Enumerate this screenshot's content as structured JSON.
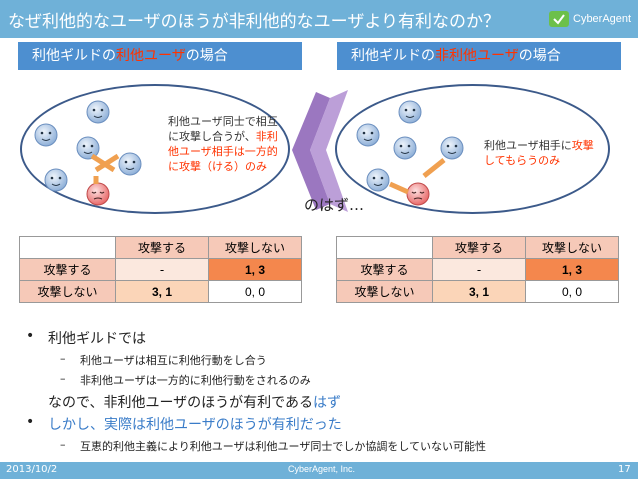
{
  "slide": {
    "title": "なぜ利他的なユーザのほうが非利他的なユーザより有利なのか？",
    "logo_text": "CyberAgent"
  },
  "cases": {
    "left": {
      "prefix": "利他ギルドの",
      "highlight": "利他ユーザ",
      "suffix": "の場合"
    },
    "right": {
      "prefix": "利他ギルドの",
      "highlight": "非利他ユーザ",
      "suffix": "の場合"
    }
  },
  "notes": {
    "left": {
      "black": "利他ユーザ同士で相互に攻撃し合うが、",
      "red": "非利他ユーザ相手は一方的に攻撃（ける）のみ"
    },
    "right": {
      "black": "利他ユーザ相手に",
      "red": "攻撃してもらうのみ"
    },
    "hazu": "のはず…"
  },
  "payoff": {
    "headers": [
      "攻撃する",
      "攻撃しない"
    ],
    "rows": [
      {
        "label": "攻撃する",
        "cells": [
          "-",
          "1, 3"
        ]
      },
      {
        "label": "攻撃しない",
        "cells": [
          "3, 1",
          "0, 0"
        ]
      }
    ]
  },
  "bullets": {
    "b1": "利他ギルドでは",
    "b1_sub1": "利他ユーザは相互に利他行動をし合う",
    "b1_sub2": "非利他ユーザは一方的に利他行動をされるのみ",
    "conclusion_main": "なので、非利他ユーザのほうが有利である",
    "conclusion_accent": "はず",
    "b2": "しかし、実際は利他ユーザのほうが有利だった",
    "b2_sub1": "互恵的利他主義により利他ユーザは利他ユーザ同士でしか協調をしていない可能性"
  },
  "footer": {
    "date": "2013/10/2",
    "company": "CyberAgent, Inc.",
    "page": "17"
  },
  "colors": {
    "title_bar": "#6fb1d8",
    "case_label": "#4d8fd0",
    "highlight": "#ff3300",
    "accent": "#3a7cc8",
    "cell_13": "#f4874d",
    "cell_31": "#fbd5b8"
  }
}
